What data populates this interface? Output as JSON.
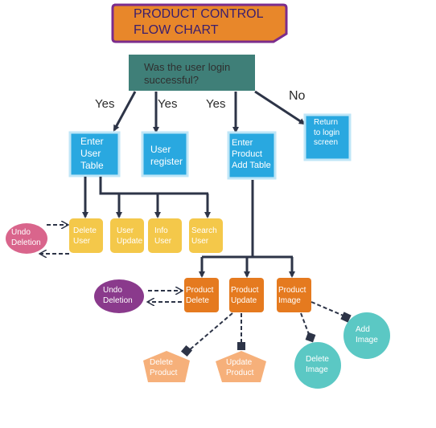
{
  "title": {
    "line1": "PRODUCT CONTROL",
    "line2": "FLOW CHART"
  },
  "decision": {
    "line1": "Was the user login",
    "line2": "successful?"
  },
  "edge_labels": {
    "yes1": "Yes",
    "yes2": "Yes",
    "yes3": "Yes",
    "no": "No"
  },
  "nodes": {
    "enter_user_table": [
      "Enter",
      "User",
      "Table"
    ],
    "user_register": [
      "User",
      "register"
    ],
    "enter_product_add_table": [
      "Enter",
      "Product",
      "Add Table"
    ],
    "return_login": [
      "Return",
      "to login",
      "screen"
    ],
    "undo_deletion_user": [
      "Undo",
      "Deletion"
    ],
    "delete_user": [
      "Delete",
      "User"
    ],
    "user_update": [
      "User",
      "Update"
    ],
    "info_user": [
      "Info",
      "User"
    ],
    "search_user": [
      "Search",
      "User"
    ],
    "undo_deletion_product": [
      "Undo",
      "Deletion"
    ],
    "product_delete": [
      "Product",
      "Delete"
    ],
    "product_update": [
      "Product",
      "Update"
    ],
    "product_image": [
      "Product",
      "Image"
    ],
    "delete_product": [
      "Delete",
      "Product"
    ],
    "update_product": [
      "Update",
      "Product"
    ],
    "delete_image": [
      "Delete",
      "Image"
    ],
    "add_image": [
      "Add",
      "Image"
    ]
  },
  "colors": {
    "title_orange": "#e8872a",
    "title_border": "#7b2c8c",
    "decision_teal": "#3f7f78",
    "blue": "#29a8e0",
    "yellow": "#f4c84a",
    "orange": "#e57a1f",
    "pink": "#d9658c",
    "purple": "#8a3a8c",
    "peach": "#f6b07a",
    "teal_circle": "#5bc8c4",
    "line": "#2d3447"
  }
}
